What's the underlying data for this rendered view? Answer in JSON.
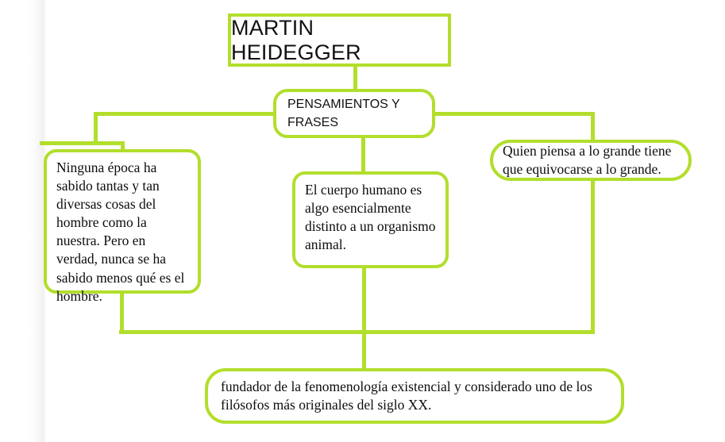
{
  "diagram": {
    "type": "concept-map",
    "accent_color": "#b2de2c",
    "background_color": "#ffffff",
    "text_color": "#111111",
    "title": "MARTIN HEIDEGGER",
    "subtitle": "PENSAMIENTOS Y FRASES",
    "nodes": {
      "root": "MARTIN HEIDEGGER",
      "branch": "PENSAMIENTOS Y\nFRASES",
      "quote_left": "Ninguna época ha sabido tantas y tan diversas cosas del hombre como la nuestra. Pero en verdad, nunca se ha sabido menos qué es el hombre.",
      "quote_center": "El cuerpo humano es algo esencialmente distinto a un organismo animal.",
      "quote_right": "Quien piensa a lo grande tiene que equivocarse a lo grande.",
      "conclusion": "fundador de la fenomenología existencial y considerado uno de los filósofos más originales del siglo XX."
    }
  }
}
